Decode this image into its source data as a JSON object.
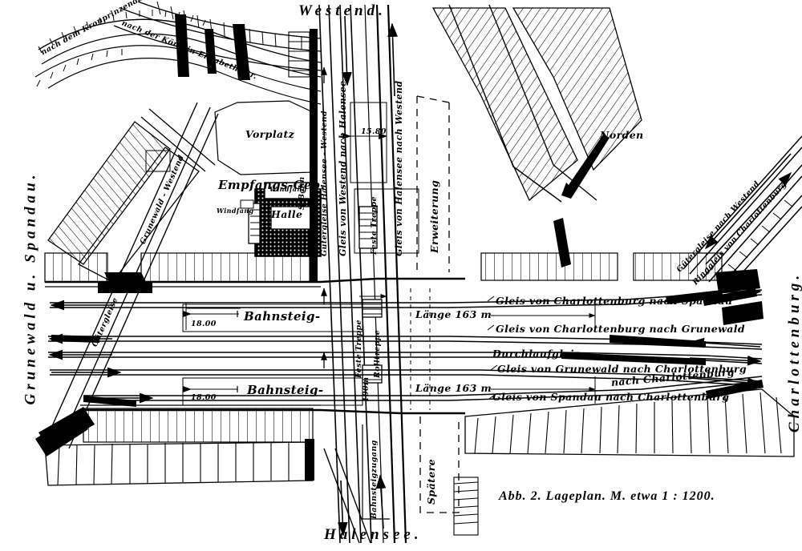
{
  "figure": {
    "caption": "Abb. 2.  Lageplan.  M. etwa 1 : 1200.",
    "domain": "technical-site-plan",
    "language": "de"
  },
  "edges": {
    "top_title": "Westend.",
    "bottom_title": "Halensee.",
    "left_title": "Grunewald u. Spandau.",
    "right_title": "Charlottenburg."
  },
  "compass": {
    "label": "Norden"
  },
  "streets": {
    "kronprinzendamm": "nach dem Kronprinzendamm",
    "koenigin_elisabeth": "nach der Königin-Elisabeth-Str.",
    "vorplatz": "Vorplatz"
  },
  "building": {
    "name": "Empfangs-Geb.",
    "hall": "Halle",
    "vestibule_upper": "Windfang",
    "vestibule_left": "Windfang",
    "sbahn": "S-Bahn"
  },
  "stairs": {
    "feste_treppe_upper": "Feste Treppe",
    "feste_treppe_lower": "Feste Treppe",
    "rolltreppe": "Rolltreppe",
    "bahnsteigzugang": "Bahnsteigzugang"
  },
  "platforms": {
    "upper": "Bahnsteig-",
    "lower": "Bahnsteig-",
    "width_upper": "18.00",
    "width_lower": "18.00",
    "length_upper": "Länge 163 m",
    "length_lower": "Länge 163 m",
    "span": "15.80",
    "access_length": "100m"
  },
  "tracks": {
    "guetergleise_gw_westend": "Gütergleise",
    "grunewald_westend": "Grunewald - Westend",
    "guetergleise_halensee_westend": "Gütergleise Halensee - Westend",
    "gleis_westend_halensee": "Gleis von Westend nach Halensee",
    "gleis_halensee_westend": "Gleis von Halensee nach Westend",
    "charlottenburg_spandau": "Gleis von Charlottenburg nach Spandau",
    "charlottenburg_grunewald": "Gleis von Charlottenburg nach Grunewald",
    "durchlaufgleis": "Durchlaufgleis",
    "grunewald_charlottenburg": "Gleis von Grunewald nach Charlottenburg",
    "spandau_charlottenburg": "Gleis von Spandau nach Charlottenburg",
    "nach_charlottenburg": "nach Charlottenburg",
    "guetergleise_nach_westend": "Gütergleise nach Westend",
    "ringgleis_von_charlottenburg": "Ringgleis von Charlottenburg"
  },
  "future": {
    "erweiterung": "Erweiterung",
    "spaetere": "Spätere"
  },
  "colors": {
    "ink": "#000000",
    "paper": "#ffffff"
  }
}
